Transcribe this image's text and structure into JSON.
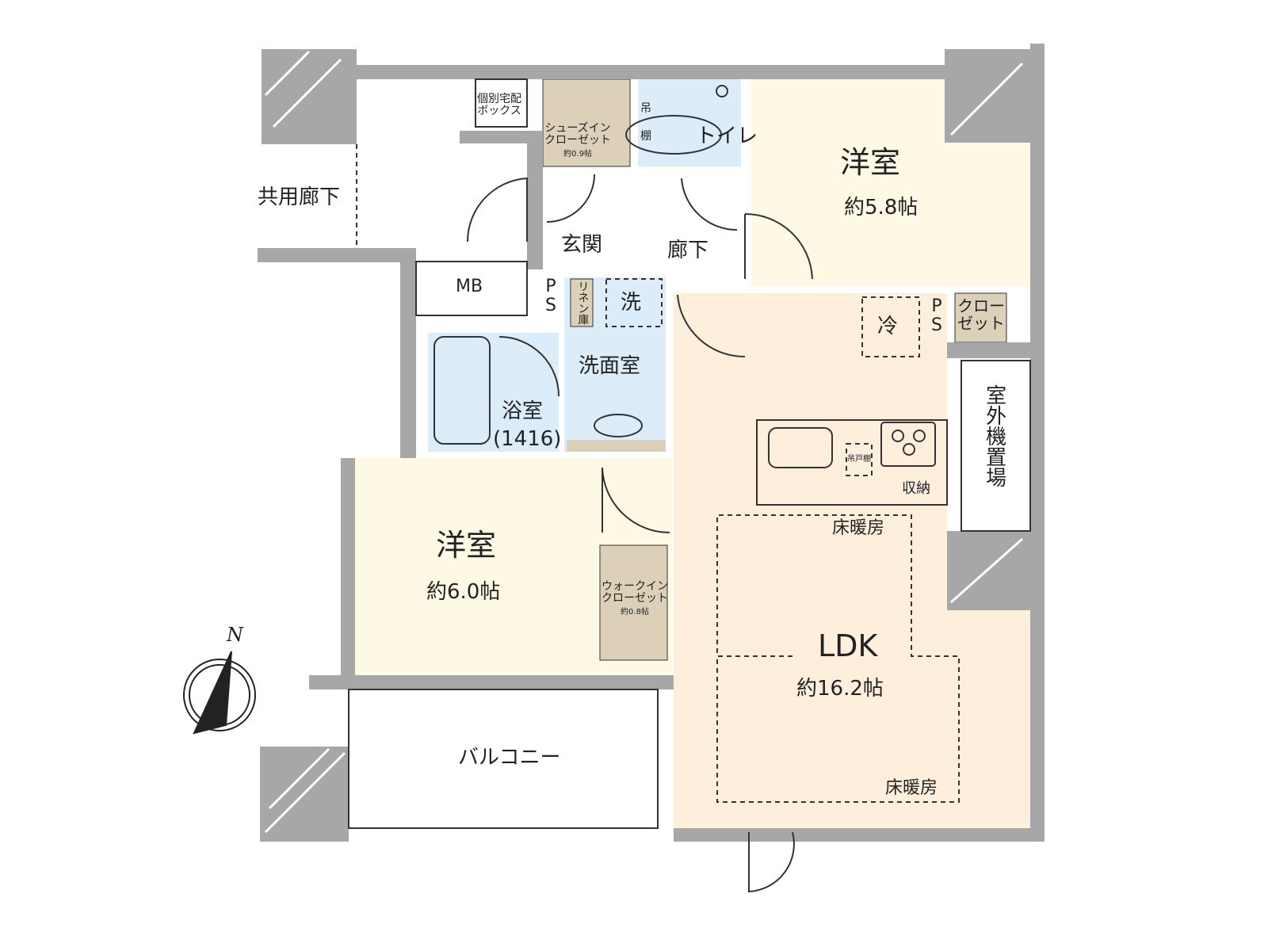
{
  "rooms": {
    "western_1": {
      "name": "洋室",
      "size": "約5.8帖"
    },
    "western_2": {
      "name": "洋室",
      "size": "約6.0帖"
    },
    "ldk": {
      "name": "LDK",
      "size": "約16.2帖"
    },
    "entrance": "玄関",
    "hallway": "廊下",
    "toilet": "トイレ",
    "washroom": "洗面室",
    "bath": {
      "name": "浴室",
      "size": "(1416)"
    },
    "balcony": "バルコニー",
    "common_corridor": "共用廊下",
    "mb": "MB",
    "outdoor_unit": "室外機置場"
  },
  "storage": {
    "delivery_box": [
      "個別宅配",
      "ボックス"
    ],
    "shoe_closet": {
      "lines": [
        "シューズイン",
        "クローゼット"
      ],
      "size": "約0.9帖"
    },
    "walk_in_closet": {
      "lines": [
        "ウォークイン",
        "クローゼット"
      ],
      "size": "約0.8帖"
    },
    "closet": [
      "クロー",
      "ゼット"
    ],
    "linen": "リネン庫",
    "toilet_cabinet_top": "吊",
    "toilet_cabinet_bottom": "棚",
    "kitchen_cabinet": "吊戸棚",
    "kitchen_storage": "収納",
    "ps_1": [
      "P",
      "S"
    ],
    "ps_2": [
      "P",
      "S"
    ],
    "washer": "洗",
    "fridge": "冷"
  },
  "floor_heating": [
    "床暖房",
    "床暖房"
  ],
  "compass": {
    "north": "N"
  },
  "colors": {
    "wall": "#a7a7a7",
    "western": "#fdf9e5",
    "ldk": "#fdefdc",
    "wet": "#dcecf8",
    "storage": "#dcd1b8"
  }
}
